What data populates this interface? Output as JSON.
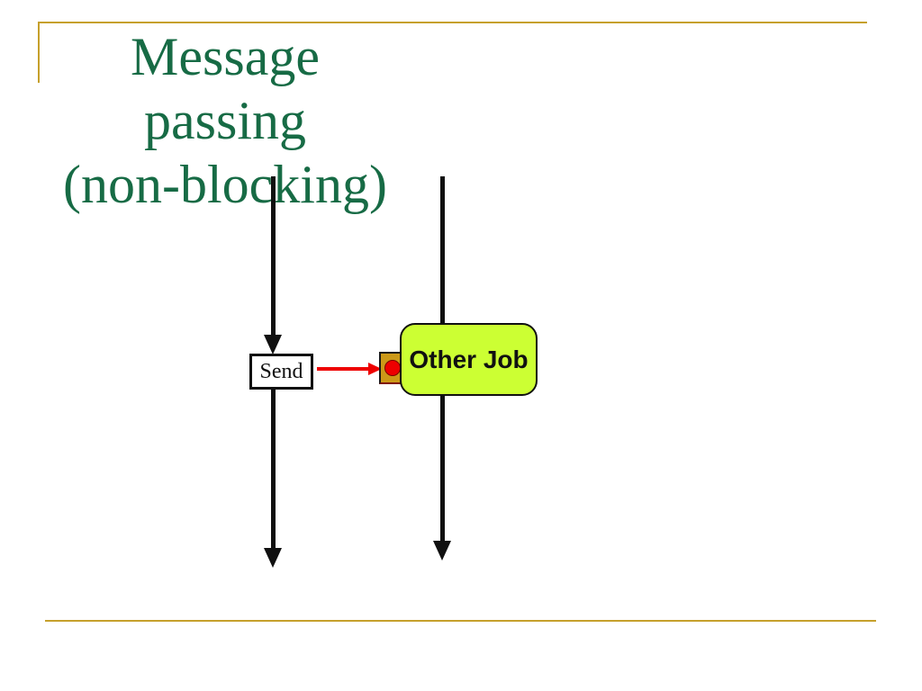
{
  "slide": {
    "title": {
      "line1": "Message passing",
      "line2": "(non-blocking)"
    },
    "colors": {
      "accent_gold": "#C6A02C",
      "title_green": "#176B45",
      "timeline_black": "#101010",
      "message_red": "#EE0000",
      "port_ochre": "#CC9918",
      "job_chartreuse": "#CCFF33"
    }
  },
  "diagram": {
    "sender_label": "Send",
    "receiver_label": "Other Job"
  }
}
